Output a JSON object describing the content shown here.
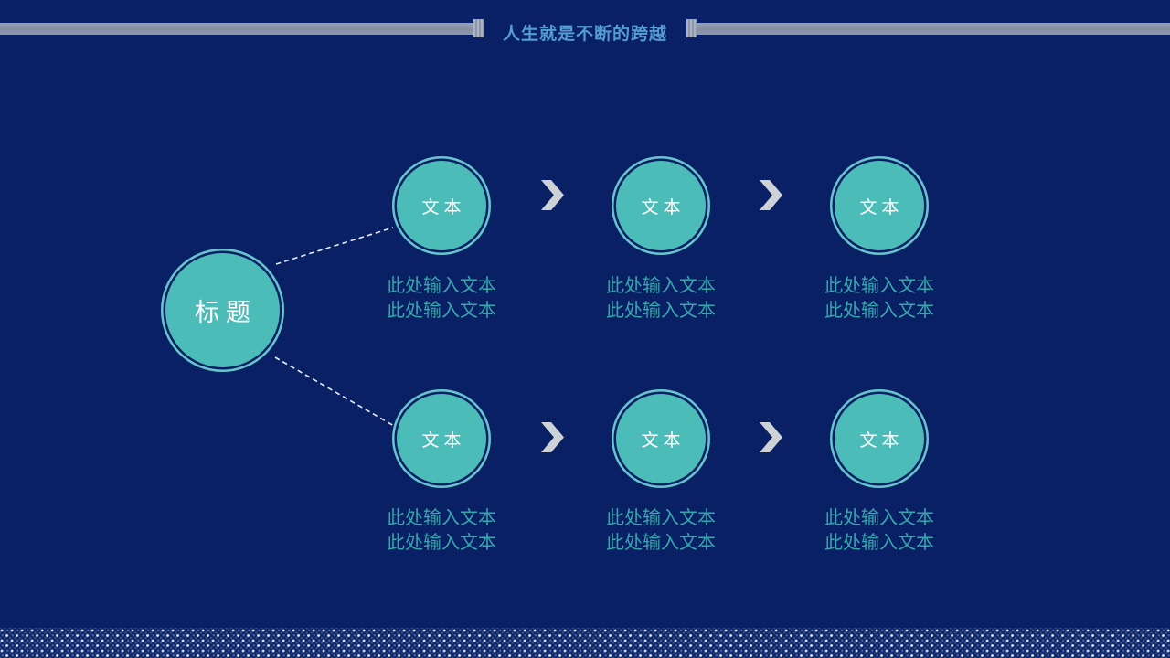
{
  "header": {
    "title": "人生就是不断的跨越"
  },
  "diagram": {
    "root_label": "标题",
    "rows": [
      {
        "steps": [
          {
            "label": "文本",
            "lines": [
              "此处输入文本",
              "此处输入文本"
            ]
          },
          {
            "label": "文本",
            "lines": [
              "此处输入文本",
              "此处输入文本"
            ]
          },
          {
            "label": "文本",
            "lines": [
              "此处输入文本",
              "此处输入文本"
            ]
          }
        ]
      },
      {
        "steps": [
          {
            "label": "文本",
            "lines": [
              "此处输入文本",
              "此处输入文本"
            ]
          },
          {
            "label": "文本",
            "lines": [
              "此处输入文本",
              "此处输入文本"
            ]
          },
          {
            "label": "文本",
            "lines": [
              "此处输入文本",
              "此处输入文本"
            ]
          }
        ]
      }
    ]
  },
  "colors": {
    "background": "#0A2064",
    "circle_fill": "#4CBCB9",
    "circle_outer_ring": "#68C5CE",
    "title_text": "#549CD2",
    "body_text": "#37A6AE",
    "node_label_text": "#FFFFFF",
    "header_bar": "#8B95A9",
    "chevron": "#CDD2D6",
    "connector_line": "#E6ECF6"
  }
}
